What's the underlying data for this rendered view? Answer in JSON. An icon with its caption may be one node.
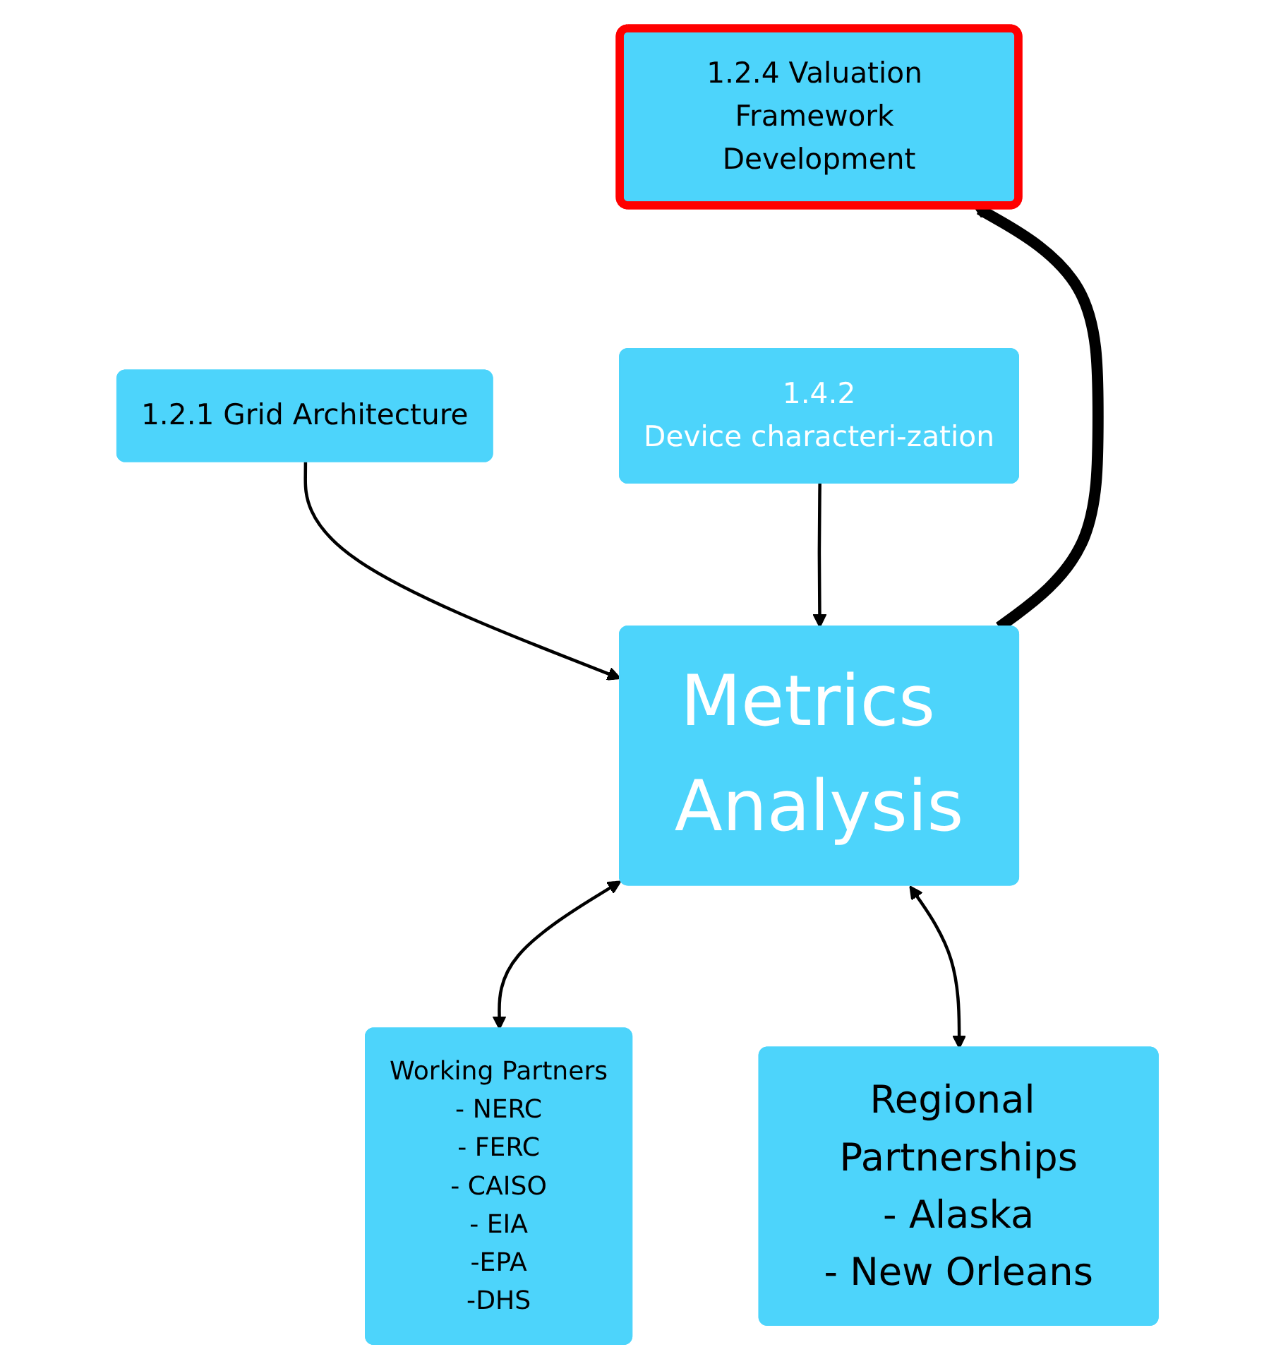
{
  "diagram": {
    "nodes": [
      {
        "text": [
          "1.2.4 Valuation Framework Development"
        ]
      },
      {
        "text": [
          "1.2.1 Grid Architecture"
        ]
      },
      {
        "text": [
          "1.4.2",
          "Device characteri-zation"
        ]
      },
      {
        "text": [
          "Metrics Analysis"
        ]
      },
      {
        "text": [
          "Working Partners",
          "- NERC",
          "- FERC",
          "- CAISO",
          "- EIA",
          "-EPA",
          "-DHS"
        ]
      },
      {
        "text": [
          "Regional Partnerships",
          "- Alaska",
          "- New Orleans"
        ]
      }
    ],
    "edges": [
      {
        "from": 3,
        "to": 0,
        "arrow": "to",
        "style": "thick"
      },
      {
        "from": 1,
        "to": 3,
        "arrow": "to"
      },
      {
        "from": 2,
        "to": 3,
        "arrow": "to"
      },
      {
        "from": 3,
        "to": 4,
        "arrow": "both"
      },
      {
        "from": 3,
        "to": 5,
        "arrow": "both"
      }
    ]
  }
}
